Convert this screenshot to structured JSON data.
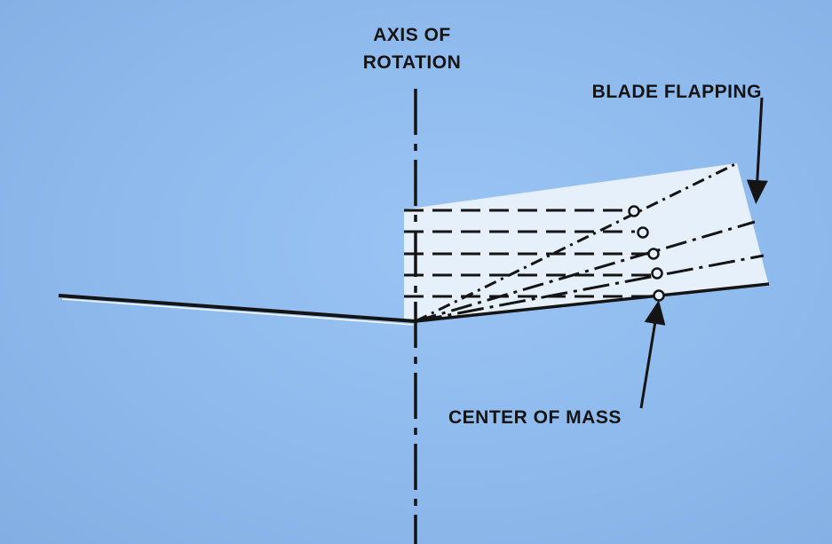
{
  "labels": {
    "axis_line1": "AXIS OF",
    "axis_line2": "ROTATION",
    "blade_flapping": "BLADE FLAPPING",
    "center_of_mass": "CENTER OF MASS"
  },
  "colors": {
    "background": "#8fbbef",
    "flap_region": "#e6f0fa",
    "ink": "#141414"
  }
}
